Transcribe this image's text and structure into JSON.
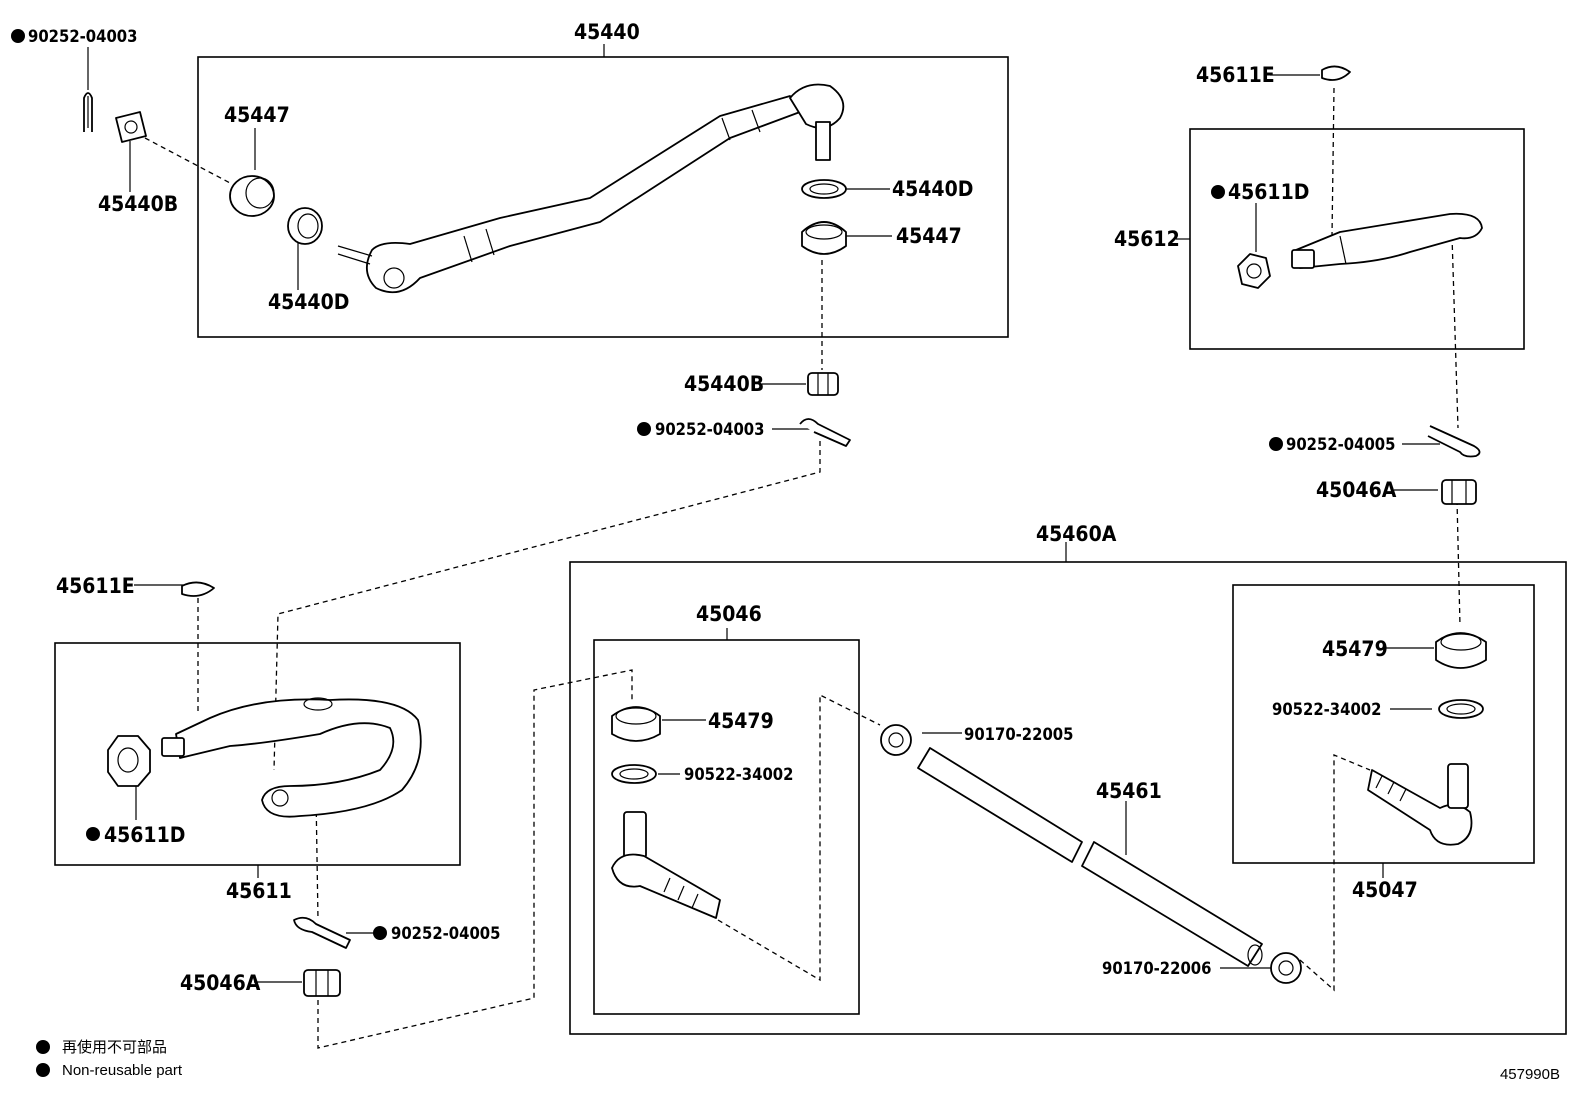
{
  "labels": {
    "l45440": "45440",
    "l45447a": "45447",
    "l45440B_a": "45440B",
    "l45440D_a": "45440D",
    "l45440D_b": "45440D",
    "l45447b": "45447",
    "l45440B_b": "45440B",
    "cp_a": "90252-04003",
    "cp_b": "90252-04003",
    "l45611E_a": "45611E",
    "l45611D_a": "45611D",
    "l45612": "45612",
    "cp_c": "90252-04005",
    "l45046A_a": "45046A",
    "l45460A": "45460A",
    "l45479_a": "45479",
    "l90522_a": "90522-34002",
    "l45047": "45047",
    "l45046": "45046",
    "l45479_b": "45479",
    "l90522_b": "90522-34002",
    "l90170_22005": "90170-22005",
    "l45461": "45461",
    "l90170_22006": "90170-22006",
    "l45611E_b": "45611E",
    "l45611D_b": "45611D",
    "l45611": "45611",
    "cp_d": "90252-04005",
    "l45046A_b": "45046A"
  },
  "legend": {
    "jp": "再使用不可部品",
    "en": "Non-reusable part"
  },
  "ref_code": "457990B"
}
